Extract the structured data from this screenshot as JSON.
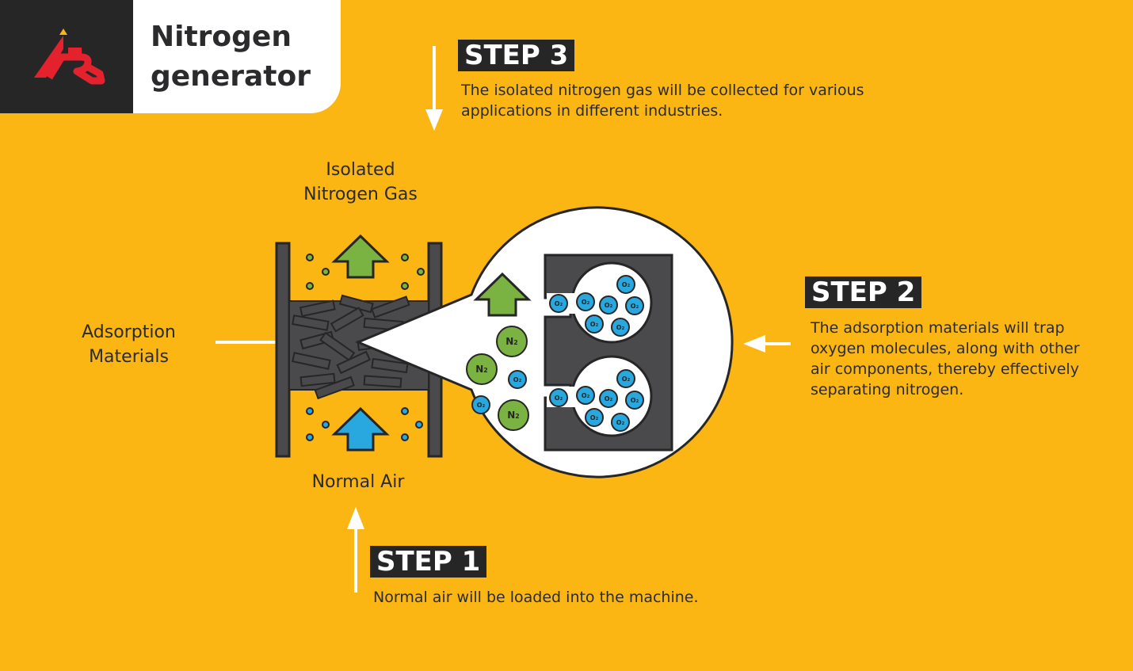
{
  "header": {
    "title": "Nitrogen generator",
    "logo": "CR-logo",
    "colors": {
      "background": "#FBB614",
      "dark": "#262626",
      "logo_red": "#E3222E",
      "green": "#7BB342",
      "blue": "#29A8E0"
    }
  },
  "steps": [
    {
      "label": "STEP 1",
      "text": "Normal air will be loaded into the machine."
    },
    {
      "label": "STEP 2",
      "text": "The adsorption materials will trap oxygen molecules, along with other air components, thereby effectively separating nitrogen."
    },
    {
      "label": "STEP 3",
      "text": "The isolated nitrogen gas will be collected for various applications in different industries."
    }
  ],
  "labels": {
    "isolated_line1": "Isolated",
    "isolated_line2": "Nitrogen Gas",
    "adsorption_line1": "Adsorption",
    "adsorption_line2": "Materials",
    "normal_air": "Normal Air"
  },
  "molecules": {
    "nitrogen": "N",
    "nitrogen_sub": "2",
    "oxygen": "O",
    "oxygen_sub": "2"
  },
  "icons": [
    "arrow-down-icon",
    "arrow-up-icon",
    "arrow-left-icon",
    "arrow-right-icon",
    "green-arrow-up-icon",
    "blue-arrow-up-icon"
  ]
}
